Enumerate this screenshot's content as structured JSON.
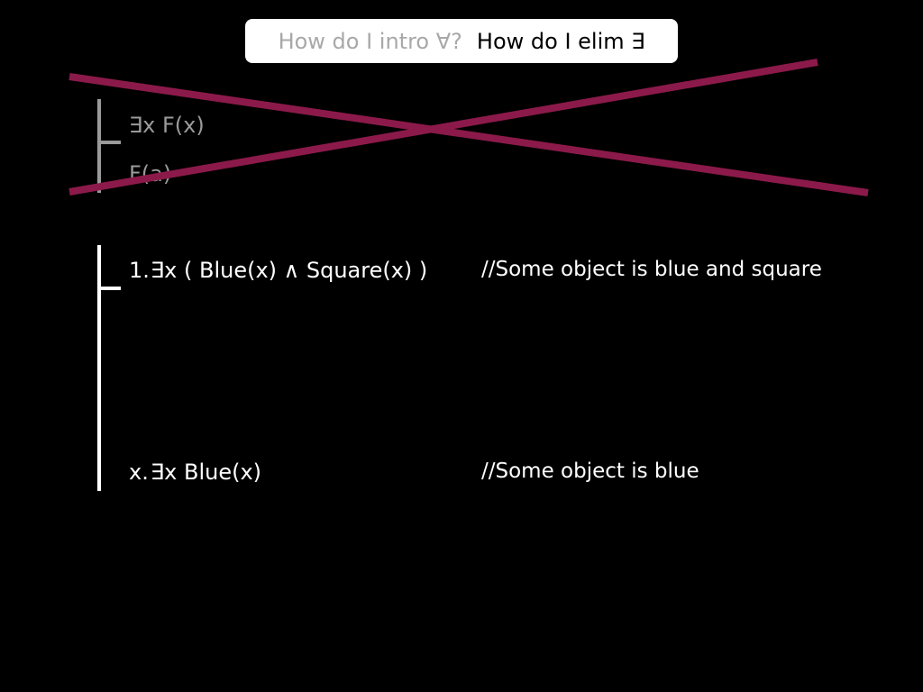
{
  "title": {
    "faded_question": "How do I intro ∀?",
    "active_question": "How do I elim ∃"
  },
  "struck_rule": {
    "premise": "∃x F(x)",
    "conclusion": "F(a)"
  },
  "proof": {
    "lines": [
      {
        "number": "1.",
        "formula": "∃x ( Blue(x) ∧ Square(x) )",
        "comment": "//Some object is blue and square"
      },
      {
        "number": "x.",
        "formula": "∃x Blue(x)",
        "comment": "//Some object is blue"
      }
    ]
  },
  "colors": {
    "background": "#000000",
    "strike": "#8b1a4a",
    "faded_text": "#9a9a9a",
    "text": "#ffffff"
  }
}
